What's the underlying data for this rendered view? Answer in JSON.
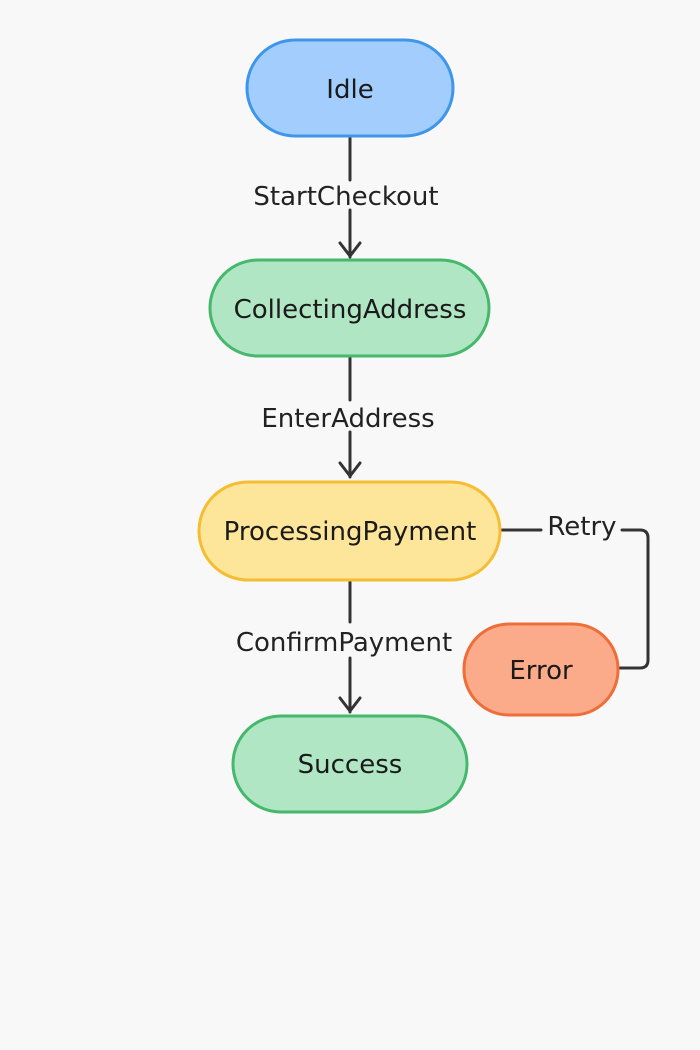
{
  "states": [
    {
      "id": "idle",
      "label": "Idle",
      "fill": "#a2cdfc",
      "stroke": "#3d96ea"
    },
    {
      "id": "collecting-address",
      "label": "CollectingAddress",
      "fill": "#b0e6c4",
      "stroke": "#45b86c"
    },
    {
      "id": "processing-payment",
      "label": "ProcessingPayment",
      "fill": "#fde59a",
      "stroke": "#f5bd32"
    },
    {
      "id": "success",
      "label": "Success",
      "fill": "#b0e6c4",
      "stroke": "#45b86c"
    },
    {
      "id": "error",
      "label": "Error",
      "fill": "#fbab8a",
      "stroke": "#ef6d38"
    }
  ],
  "transitions": [
    {
      "from": "Idle",
      "to": "CollectingAddress",
      "label": "StartCheckout"
    },
    {
      "from": "CollectingAddress",
      "to": "ProcessingPayment",
      "label": "EnterAddress"
    },
    {
      "from": "ProcessingPayment",
      "to": "Success",
      "label": "ConfirmPayment"
    },
    {
      "from": "Error",
      "to": "ProcessingPayment",
      "label": "Retry"
    }
  ],
  "colors": {
    "background": "#f8f8f8",
    "edge": "#333333"
  }
}
